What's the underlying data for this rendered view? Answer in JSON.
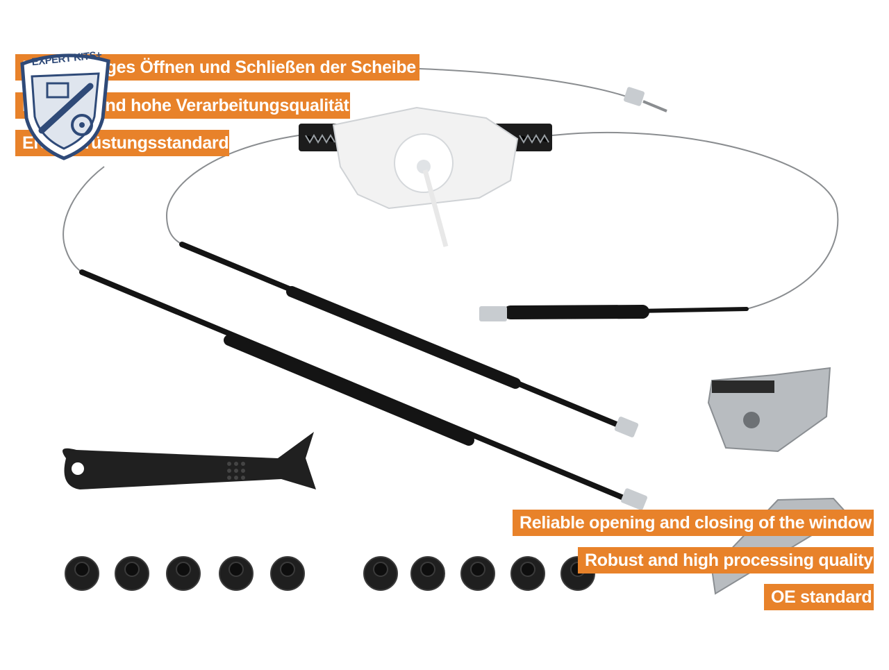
{
  "badge": {
    "label": "EXPERT KITS+",
    "icon": "shield-wrench-battery-icon",
    "colors": {
      "outline": "#2f4a78",
      "fill": "#dfe5ee"
    }
  },
  "banners_de": [
    "Zuverlässiges Öffnen und Schließen der Scheibe",
    "Robuste und hohe Verarbeitungsqualität",
    "Erstausrüstungsstandard"
  ],
  "banners_en": [
    "Reliable opening and closing of the window",
    "Robust and high processing quality",
    "OE standard"
  ],
  "colors": {
    "banner": "#e8822a",
    "banner_text": "#ffffff",
    "plastic": "#1c1c1c",
    "bracket": "#f2f2f2",
    "metal": "#b8bcc0"
  },
  "parts": {
    "clip_count": 10,
    "items": [
      "window-regulator-mechanism-icon",
      "cable-conduit-icon",
      "bracket-slider-icon",
      "trim-removal-tool-icon",
      "clip-nut-icon"
    ]
  }
}
